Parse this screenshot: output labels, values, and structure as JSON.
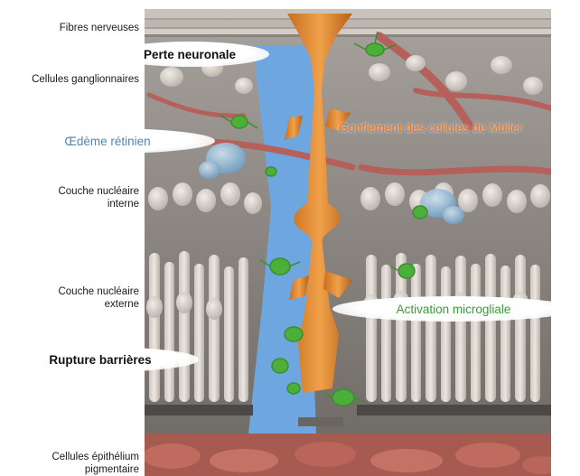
{
  "layers": [
    "Fibres nerveuses",
    "Cellules ganglionnaires",
    "Couche nucléaire\ninterne",
    "Couche nucléaire\nexterne",
    "Cellules épithélium\npigmentaire"
  ],
  "callouts": {
    "perte_neuronale": "Perte neuronale",
    "oedeme": "Œdème rétinien",
    "gonflement_muller": "Gonflement des cellules de Müller",
    "activation_microgliale": "Activation microgliale",
    "rupture_barrieres": "Rupture barrières"
  },
  "colors": {
    "muller": "#e08a2e",
    "microglia": "#4caf3a",
    "vessel": "#b5605a",
    "edema": "#8fb7d6",
    "sky": "#6ea6e0",
    "cell": "#d9d3cc",
    "rpe": "#b8655a"
  }
}
